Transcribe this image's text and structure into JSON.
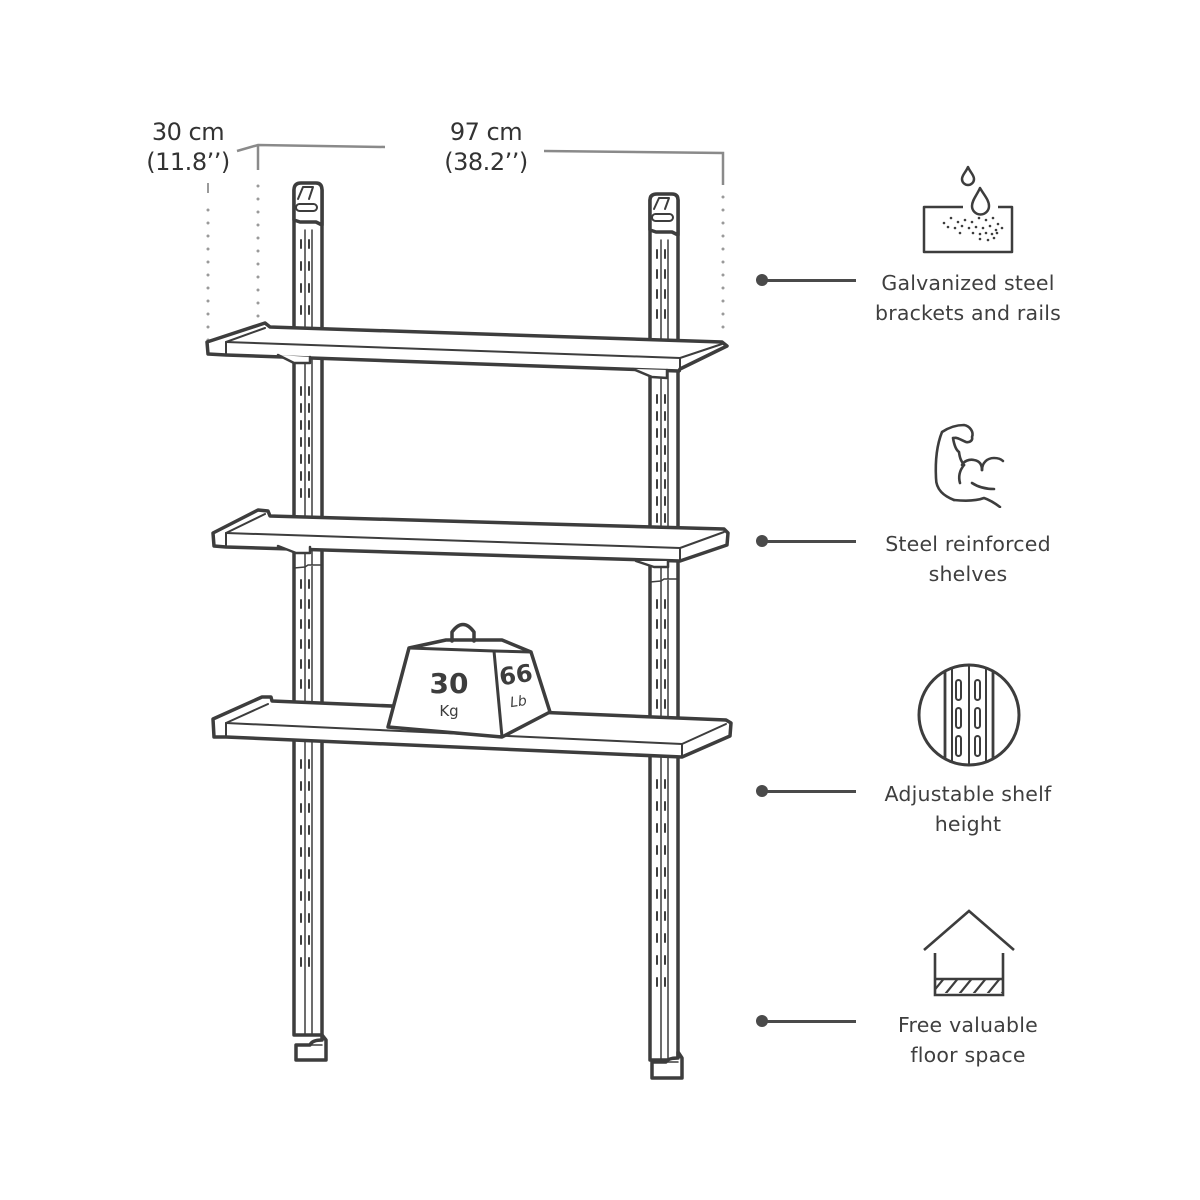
{
  "dimensions": {
    "depth": {
      "metric": "30 cm",
      "imperial": "(11.8’’)"
    },
    "width": {
      "metric": "97 cm",
      "imperial": "(38.2’’)"
    }
  },
  "illustration": {
    "subject": "wall-mounted shelving unit with 3 shelves on 2 vertical rails",
    "shelf_count": 3,
    "weight": {
      "metric_value": "30",
      "metric_unit": "Kg",
      "imperial_value": "66",
      "imperial_unit": "Lb"
    }
  },
  "features": [
    {
      "icon": "water-drop-absorb-icon",
      "line1": "Galvanized steel",
      "line2": "brackets and rails"
    },
    {
      "icon": "flexed-arm-icon",
      "line1": "Steel reinforced",
      "line2": "shelves"
    },
    {
      "icon": "rail-slots-icon",
      "line1": "Adjustable shelf",
      "line2": "height"
    },
    {
      "icon": "house-floor-icon",
      "line1": "Free valuable",
      "line2": "floor space"
    }
  ],
  "colors": {
    "stroke": "#3d3d3d",
    "dimension_line": "#8a8a8a",
    "background": "#ffffff"
  }
}
